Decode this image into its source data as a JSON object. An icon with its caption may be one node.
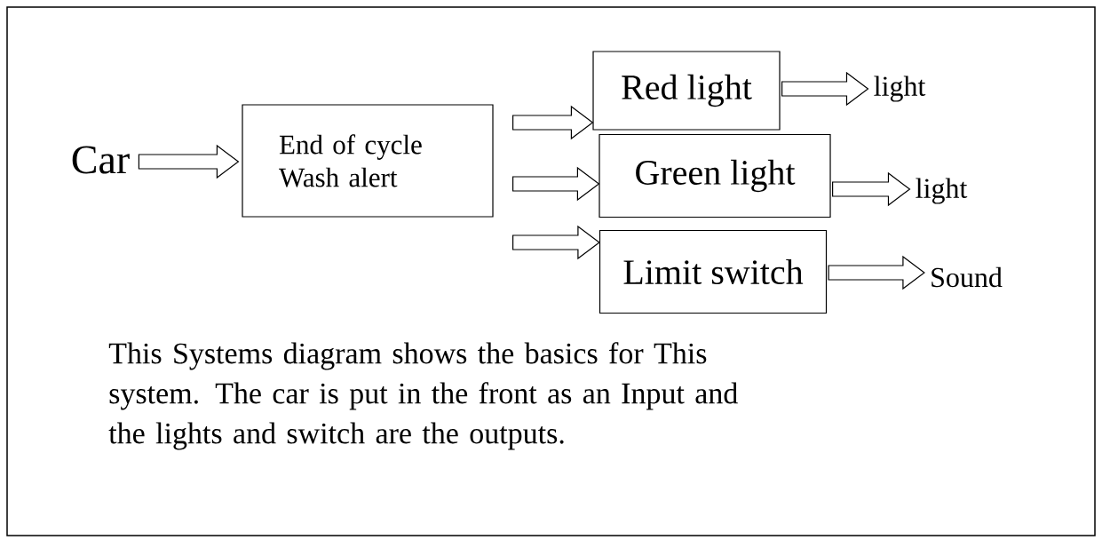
{
  "diagram": {
    "nodes": [
      {
        "text": [
          "Car"
        ]
      },
      {
        "text": [
          "End of cycle Wash alert"
        ]
      },
      {
        "text": [
          "Red light"
        ]
      },
      {
        "text": [
          "Green light"
        ]
      },
      {
        "text": [
          "Limit switch"
        ]
      },
      {
        "text": [
          "light"
        ]
      },
      {
        "text": [
          "light"
        ]
      },
      {
        "text": [
          "Sound"
        ]
      }
    ],
    "edges": [
      {
        "from": 0,
        "to": 1,
        "arrow": "to"
      },
      {
        "from": 1,
        "to": 2,
        "arrow": "to"
      },
      {
        "from": 1,
        "to": 3,
        "arrow": "to"
      },
      {
        "from": 1,
        "to": 4,
        "arrow": "to"
      },
      {
        "from": 2,
        "to": 5,
        "arrow": "to"
      },
      {
        "from": 3,
        "to": 6,
        "arrow": "to"
      },
      {
        "from": 4,
        "to": 7,
        "arrow": "to"
      }
    ],
    "labels": [
      "This Systems diagram shows the basics for This system. The car is put in the front as an Input and the lights and switch are the outputs."
    ]
  }
}
